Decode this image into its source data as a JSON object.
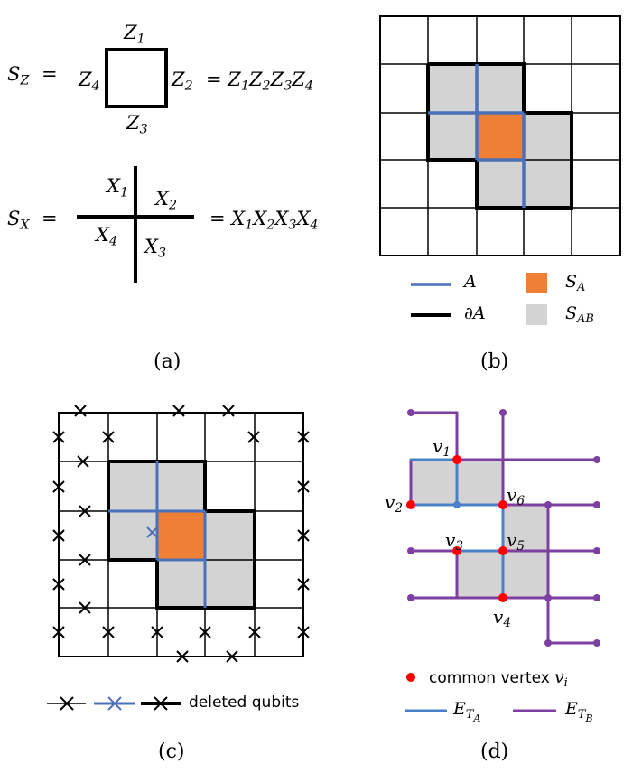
{
  "panel_a": {
    "sz_label": {
      "base": "S",
      "sub": "Z"
    },
    "sz_equals": "=",
    "plaquette_labels": [
      {
        "base": "Z",
        "sub": "1"
      },
      {
        "base": "Z",
        "sub": "2"
      },
      {
        "base": "Z",
        "sub": "3"
      },
      {
        "base": "Z",
        "sub": "4"
      }
    ],
    "sz_product": [
      {
        "base": "Z",
        "sub": "1"
      },
      {
        "base": "Z",
        "sub": "2"
      },
      {
        "base": "Z",
        "sub": "3"
      },
      {
        "base": "Z",
        "sub": "4"
      }
    ],
    "sx_label": {
      "base": "S",
      "sub": "X"
    },
    "sx_equals": "=",
    "star_labels": [
      {
        "base": "X",
        "sub": "1"
      },
      {
        "base": "X",
        "sub": "2"
      },
      {
        "base": "X",
        "sub": "3"
      },
      {
        "base": "X",
        "sub": "4"
      }
    ],
    "sx_product": [
      {
        "base": "X",
        "sub": "1"
      },
      {
        "base": "X",
        "sub": "2"
      },
      {
        "base": "X",
        "sub": "3"
      },
      {
        "base": "X",
        "sub": "4"
      }
    ],
    "caption": "(a)"
  },
  "panel_b": {
    "legend": [
      {
        "symbol": "line",
        "label": "A"
      },
      {
        "symbol": "line",
        "label": "∂A"
      },
      {
        "symbol": "square",
        "label": "S",
        "sub": "A"
      },
      {
        "symbol": "square",
        "label": "S",
        "sub": "AB"
      }
    ],
    "caption": "(b)"
  },
  "panel_c": {
    "legend_label": "deleted qubits",
    "caption": "(c)"
  },
  "panel_d": {
    "vertices": [
      {
        "base": "v",
        "sub": "1"
      },
      {
        "base": "v",
        "sub": "2"
      },
      {
        "base": "v",
        "sub": "3"
      },
      {
        "base": "v",
        "sub": "4"
      },
      {
        "base": "v",
        "sub": "5"
      },
      {
        "base": "v",
        "sub": "6"
      }
    ],
    "legend": [
      {
        "symbol": "dot",
        "label": "common vertex",
        "math": "v",
        "sub": "i"
      },
      {
        "symbol": "line",
        "base": "E",
        "sub": "T",
        "subsub": "A"
      },
      {
        "symbol": "line",
        "base": "E",
        "sub": "T",
        "subsub": "B"
      }
    ],
    "caption": "(d)"
  },
  "colors": {
    "blue": "#4a70b8",
    "black": "#000000",
    "orange": "#ef7f35",
    "gray": "#d3d3d3",
    "red": "#ff0000",
    "purple": "#7d3fa0"
  }
}
